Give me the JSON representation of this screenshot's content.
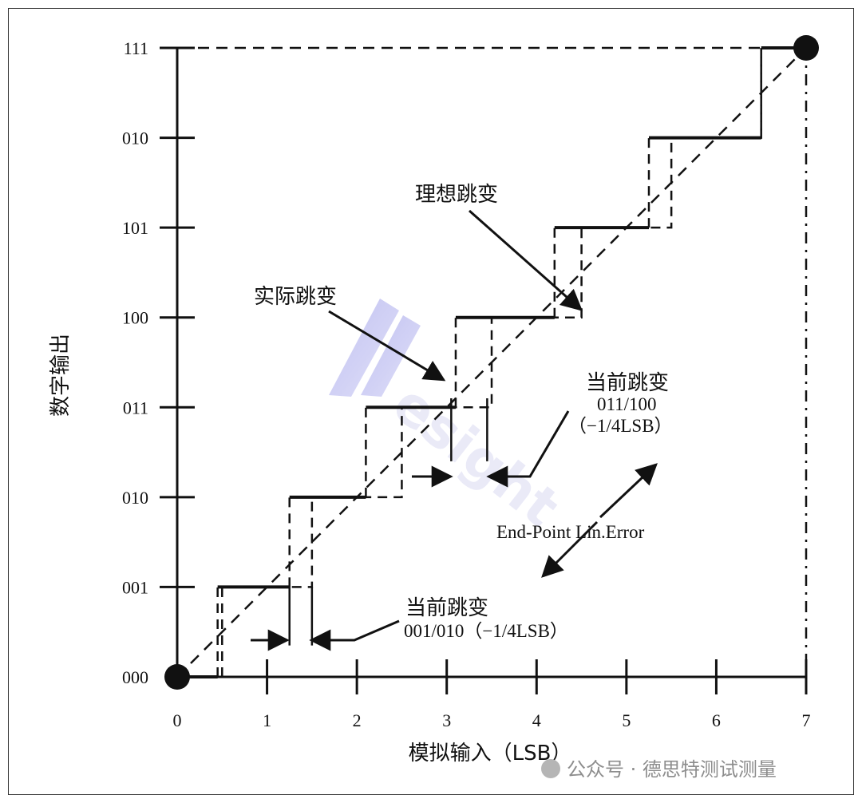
{
  "y_axis": {
    "title": "数字输出",
    "ticks": [
      "000",
      "001",
      "010",
      "011",
      "100",
      "101",
      "010",
      "111"
    ]
  },
  "x_axis": {
    "title": "模拟输入（LSB）",
    "ticks": [
      "0",
      "1",
      "2",
      "3",
      "4",
      "5",
      "6",
      "7"
    ]
  },
  "annotations": {
    "ideal": "理想跳变",
    "actual": "实际跳变",
    "current_upper_title": "当前跳变",
    "current_upper_code": "011/100",
    "current_upper_err": "（−1/4LSB）",
    "current_lower_title": "当前跳变",
    "current_lower_code": "001/010（−1/4LSB）",
    "endpoint": "End-Point Lin.Error"
  },
  "watermark": {
    "logo_text": "esight",
    "caption": "公众号 · 德思特测试测量"
  },
  "chart_data": {
    "type": "line",
    "series": [
      {
        "name": "",
        "style": "solid-step",
        "x": [
          0,
          0.45,
          0.45,
          1.25,
          1.25,
          2.1,
          2.1,
          3.1,
          3.1,
          4.2,
          4.2,
          5.25,
          5.25,
          6.5,
          6.5,
          7
        ],
        "y": [
          0,
          0,
          1,
          1,
          2,
          2,
          3,
          3,
          4,
          4,
          5,
          5,
          6,
          6,
          7,
          7
        ]
      },
      {
        "name": "",
        "style": "dashed-step",
        "x": [
          0.5,
          0.5,
          1.5,
          1.5,
          2.5,
          2.5,
          3.5,
          3.5,
          4.5,
          4.5,
          5.5,
          5.5,
          6.5,
          6.5
        ],
        "y": [
          0,
          1,
          1,
          2,
          2,
          3,
          3,
          4,
          4,
          5,
          5,
          6,
          6,
          7
        ]
      },
      {
        "name": "",
        "style": "dashed-diagonal",
        "x": [
          0,
          7
        ],
        "y": [
          0,
          7
        ]
      }
    ],
    "endpoints": [
      [
        0,
        0
      ],
      [
        7,
        7
      ]
    ],
    "xlim": [
      0,
      7
    ],
    "ylim": [
      0,
      7
    ],
    "grid": false
  }
}
